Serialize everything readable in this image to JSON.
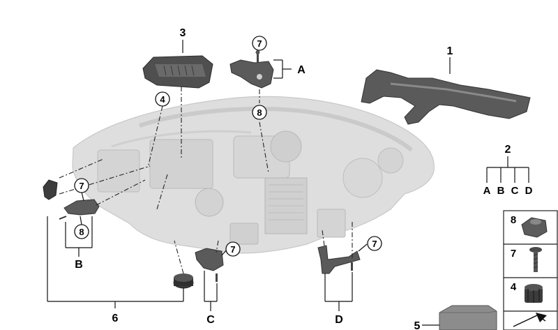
{
  "callouts": {
    "part1": "1",
    "part2": "2",
    "part3": "3",
    "part4": "4",
    "part5": "5",
    "part6": "6",
    "part7a": "7",
    "part7b": "7",
    "part7c": "7",
    "part7d": "7",
    "part8a": "8",
    "part8b": "8"
  },
  "groups": {
    "a": "A",
    "b": "B",
    "c": "C",
    "d": "D"
  },
  "repair_kit": {
    "label": "2",
    "items": [
      "A",
      "B",
      "C",
      "D"
    ]
  },
  "legend": {
    "items": [
      {
        "label": "8",
        "icon": "clip-nut-icon"
      },
      {
        "label": "7",
        "icon": "screw-icon"
      },
      {
        "label": "4",
        "icon": "grommet-icon"
      }
    ]
  },
  "colors": {
    "headlight": "#dcdcdc",
    "parts": "#555555",
    "line": "#111111"
  }
}
